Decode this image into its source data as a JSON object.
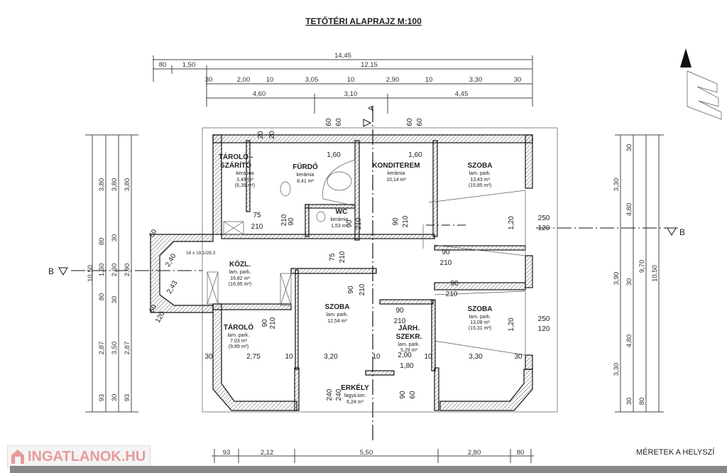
{
  "title": "TETŐTÉRI ALAPRAJZ  M:100",
  "watermark": "INGATLANOK.HU",
  "footer_note": "MÉRETEK A HELYSZÍ",
  "section_markers": {
    "a": "A",
    "b_left": "B",
    "b_right": "B"
  },
  "rooms": {
    "tarolo_szarito": {
      "name1": "TÁROLÓ -",
      "name2": "SZÁRÍTÓ",
      "floor": "kerámia",
      "area": "3,49 m²",
      "area_full": "(6,39 m²)"
    },
    "furdo": {
      "name": "FÜRDŐ",
      "floor": "kerámia",
      "area": "8,41 m²"
    },
    "konditerem": {
      "name": "KONDITEREM",
      "floor": "kerámia",
      "area": "10,14 m²"
    },
    "szoba_ne": {
      "name": "SZOBA",
      "floor": "lam. park.",
      "area": "13,43 m²",
      "area_full": "(15,85 m²)"
    },
    "wc": {
      "name": "WC",
      "floor": "kerámia",
      "area": "1,53 m²"
    },
    "kozl": {
      "name": "KÖZL.",
      "floor": "lam. park.",
      "area": "16,82 m²",
      "area_full": "(16,95 m²)"
    },
    "szoba_mid": {
      "name": "SZOBA",
      "floor": "lam. park.",
      "area": "12,54 m²"
    },
    "tarolo": {
      "name": "TÁROLÓ",
      "floor": "lam. park.",
      "area": "7,03 m²",
      "area_full": "(9,89 m²)"
    },
    "jarh": {
      "name1": "JÁRH.",
      "name2": "SZEKR.",
      "floor": "lam. park.",
      "area": "5,29 m²"
    },
    "szoba_se": {
      "name": "SZOBA",
      "floor": "lam. park.",
      "area": "13,08 m²",
      "area_full": "(15,31 m²)"
    },
    "erkely": {
      "name": "ERKÉLY",
      "floor": "fagyá.ker.",
      "area": "6,24 m²"
    }
  },
  "stair_label": "16 x 19,1/28,3",
  "dims_top": {
    "row1": [
      "14,45"
    ],
    "row2": [
      "80",
      "1,50",
      "12,15"
    ],
    "row3": [
      "30",
      "2,00",
      "10",
      "3,05",
      "10",
      "2,90",
      "10",
      "3,30",
      "30"
    ],
    "row4": [
      "4,60",
      "3,10",
      "4,45"
    ]
  },
  "dims_left": {
    "col1": [
      "10,50"
    ],
    "col2": [
      "3,80",
      "80",
      "1,30",
      "80",
      "2,87",
      "93"
    ],
    "col3": [
      "3,80",
      "30",
      "2,30",
      "30",
      "3,50",
      "30"
    ],
    "col4": [
      "3,80",
      "2,90",
      "2,87",
      "93"
    ]
  },
  "dims_right": {
    "col1": [
      "3,30",
      "3,90",
      "3,30"
    ],
    "col2": [
      "30",
      "4,80",
      "30",
      "4,80",
      "30"
    ],
    "col3": [
      "9,70",
      "80"
    ],
    "col4": [
      "10,50"
    ]
  },
  "dims_bottom": [
    "93",
    "2,12",
    "5,50",
    "2,80",
    "80"
  ],
  "dims_inner": [
    "1,60",
    "1,60",
    "60",
    "60",
    "60",
    "60",
    "20",
    "20",
    "75",
    "210",
    "90",
    "210",
    "90",
    "210",
    "90",
    "210",
    "75",
    "210",
    "90",
    "210",
    "90",
    "210",
    "90",
    "210",
    "90",
    "210",
    "90",
    "210",
    "1,20",
    "250",
    "120",
    "1,20",
    "250",
    "120",
    "30",
    "2,75",
    "10",
    "3,20",
    "10",
    "2,00",
    "10",
    "3,30",
    "30",
    "1,80",
    "240",
    "240",
    "90",
    "60",
    "2,40",
    "2,43",
    "60",
    "60",
    "120"
  ]
}
